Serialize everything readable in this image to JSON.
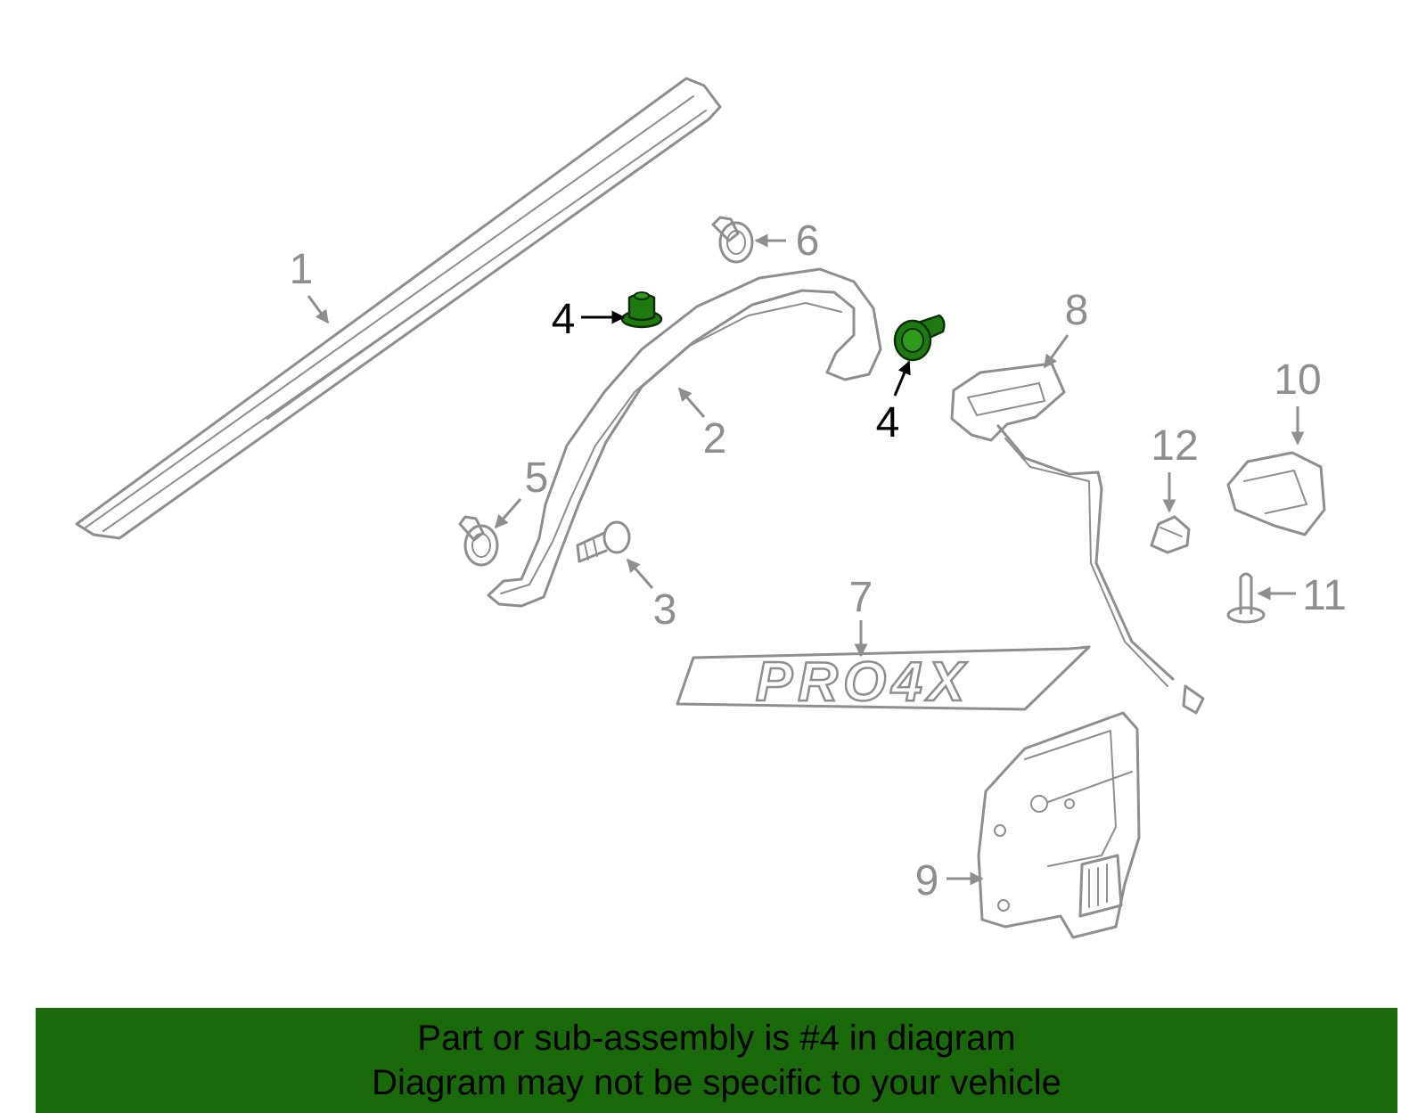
{
  "callouts": {
    "c1": "1",
    "c2": "2",
    "c3": "3",
    "c4a": "4",
    "c4b": "4",
    "c5": "5",
    "c6": "6",
    "c7": "7",
    "c8": "8",
    "c9": "9",
    "c10": "10",
    "c11": "11",
    "c12": "12"
  },
  "emblem_text": "PRO4X",
  "footer": {
    "line1": "Part or sub-assembly is #4 in diagram",
    "line2": "Diagram may not be specific to your vehicle"
  },
  "colors": {
    "highlight_part": "#1e7a10",
    "footer_band": "#1a6a0c",
    "line_art": "#8e8e8e"
  }
}
